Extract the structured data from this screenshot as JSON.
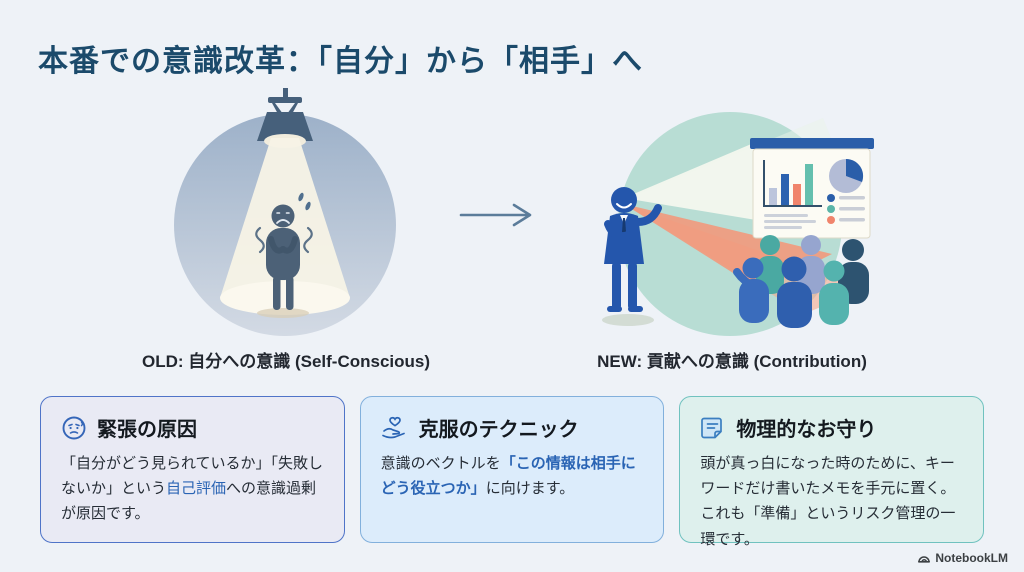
{
  "page": {
    "title": "本番での意識改革：「自分」から「相手」へ",
    "background_color": "#eef2f7",
    "title_color": "#1b4a6b"
  },
  "comparison": {
    "old": {
      "label": "OLD: 自分への意識 (Self-Conscious)",
      "illustration": "anxious-person-under-spotlight"
    },
    "new": {
      "label": "NEW: 貢献への意識 (Contribution)",
      "illustration": "presenter-with-audience-and-chart-screen"
    },
    "arrow": "right-arrow"
  },
  "cards": [
    {
      "icon": "worried-face-icon",
      "title": "緊張の原因",
      "body": [
        {
          "t": "「自分がどう見られているか」「失敗しないか」という"
        },
        {
          "t": "自己評価",
          "em": "blue"
        },
        {
          "t": "への意識過剰が原因です。"
        }
      ],
      "bg": "#e9eaf4",
      "border": "#4f74c8"
    },
    {
      "icon": "hand-heart-icon",
      "title": "克服のテクニック",
      "body": [
        {
          "t": "意識のベクトルを"
        },
        {
          "t": "「この情報は相手にどう役立つか」",
          "em": "blue-bold"
        },
        {
          "t": "に向けます。"
        }
      ],
      "bg": "#dcecfb",
      "border": "#82b0dc"
    },
    {
      "icon": "memo-icon",
      "title": "物理的なお守り",
      "body": [
        {
          "t": "頭が真っ白になった時のために、キーワードだけ書いたメモを手元に置く。これも「準備」というリスク管理の一環です。"
        }
      ],
      "bg": "#def0ed",
      "border": "#70c2bf"
    }
  ],
  "footer": {
    "brand": "NotebookLM"
  },
  "colors": {
    "accent_blue": "#2a64b4",
    "salmon_beam": "#f2997c",
    "teal_circle": "#b8ddd4",
    "slate_figure": "#4c6177",
    "presenter_blue": "#2456ac"
  }
}
